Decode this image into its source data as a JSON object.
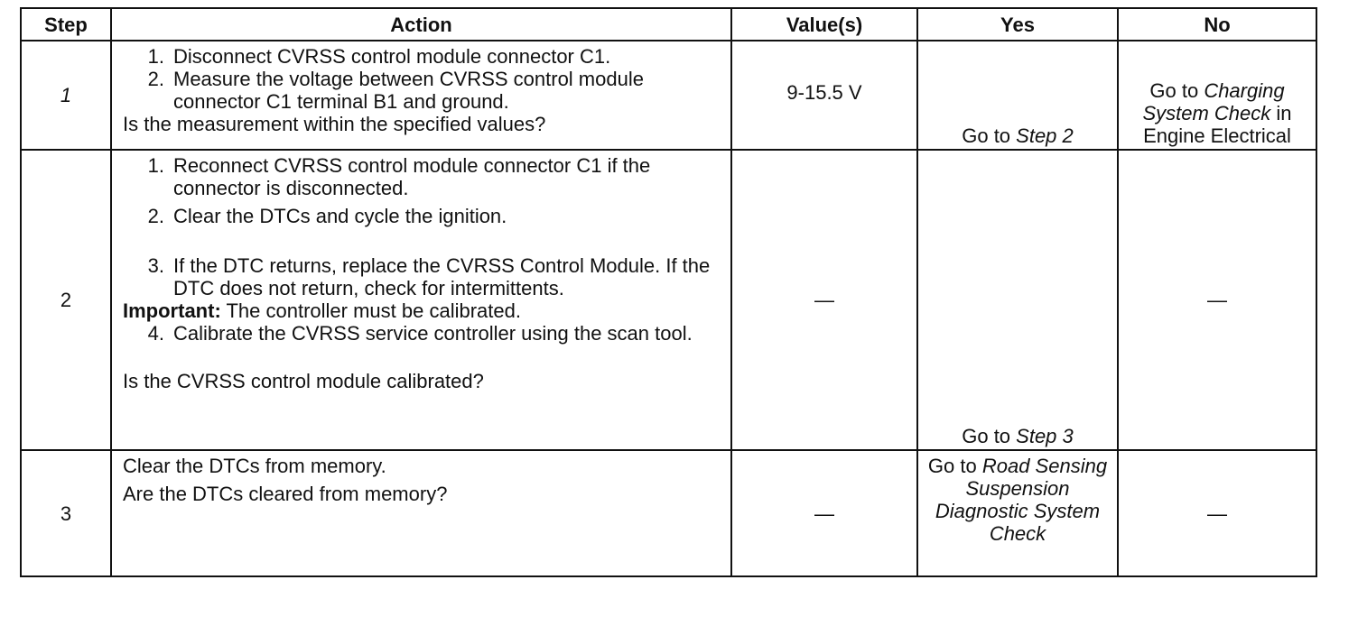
{
  "headers": {
    "step": "Step",
    "action": "Action",
    "values": "Value(s)",
    "yes": "Yes",
    "no": "No"
  },
  "rows": [
    {
      "step": "1",
      "actions": [
        {
          "num": "1.",
          "text": "Disconnect CVRSS control module connector C1."
        },
        {
          "num": "2.",
          "text": "Measure the voltage between CVRSS control module connector C1 terminal B1 and ground."
        }
      ],
      "question": "Is the measurement within the specified values?",
      "value": "9-15.5 V",
      "yes_prefix": "Go to ",
      "yes_link": "Step 2",
      "no_prefix": "Go to ",
      "no_link": "Charging System Check",
      "no_suffix": " in Engine Electrical"
    },
    {
      "step": "2",
      "actions": [
        {
          "num": "1.",
          "text": "Reconnect CVRSS control module connector C1 if the connector is disconnected."
        },
        {
          "num": "2.",
          "text": "Clear the DTCs and cycle the ignition."
        },
        {
          "num": "3.",
          "text": "If the DTC returns, replace the CVRSS Control Module. If the DTC does not return, check for intermittents."
        },
        {
          "num": "4.",
          "text": "Calibrate the CVRSS service controller using the scan tool."
        }
      ],
      "important_label": "Important:",
      "important_text": " The controller must be calibrated.",
      "question": "Is the CVRSS control module calibrated?",
      "value": "—",
      "yes_prefix": "Go to ",
      "yes_link": "Step 3",
      "no": "—"
    },
    {
      "step": "3",
      "line1": "Clear the DTCs from memory.",
      "question": "Are the DTCs cleared from memory?",
      "value": "—",
      "yes_prefix": "Go to ",
      "yes_link": "Road Sensing Suspension Diagnostic System Check",
      "no": "—"
    }
  ]
}
